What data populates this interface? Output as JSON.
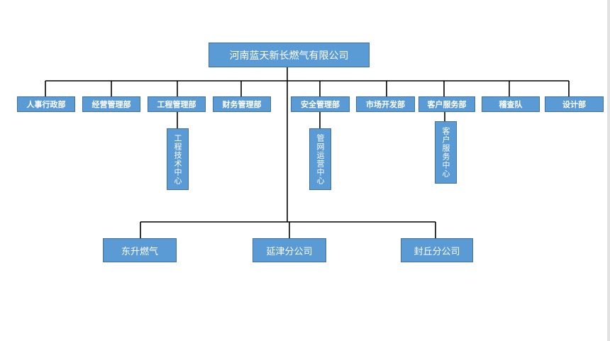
{
  "root": {
    "label": "河南蓝天新长燃气有限公司"
  },
  "departments": [
    {
      "label": "人事行政部"
    },
    {
      "label": "经营管理部"
    },
    {
      "label": "工程管理部"
    },
    {
      "label": "财务管理部"
    },
    {
      "label": "安全管理部"
    },
    {
      "label": "市场开发部"
    },
    {
      "label": "客户服务部"
    },
    {
      "label": "稽查队"
    },
    {
      "label": "设计部"
    }
  ],
  "sub_units": [
    {
      "label": "工程技术中心",
      "parent": "工程管理部"
    },
    {
      "label": "管网运营中心",
      "parent": "安全管理部"
    },
    {
      "label": "客户服务中心",
      "parent": "客户服务部"
    }
  ],
  "branches": [
    {
      "label": "东升燃气"
    },
    {
      "label": "延津分公司"
    },
    {
      "label": "封丘分公司"
    }
  ],
  "colors": {
    "box_fill": "#5b9bd5",
    "box_border": "#41719c",
    "box_text": "#ffffff",
    "connector": "#000000"
  }
}
